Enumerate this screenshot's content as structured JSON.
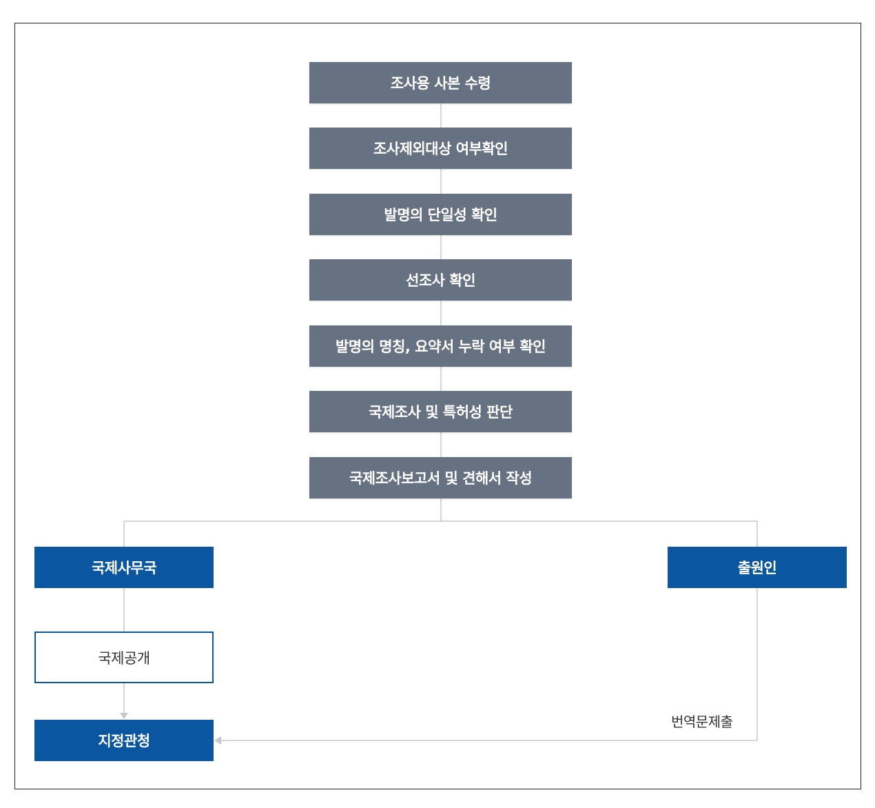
{
  "steps": [
    "조사용 사본 수령",
    "조사제외대상 여부확인",
    "발명의 단일성 확인",
    "선조사 확인",
    "발명의 명칭, 요약서 누락 여부 확인",
    "국제조사 및 특허성 판단",
    "국제조사보고서 및 견해서 작성"
  ],
  "branches": {
    "left": "국제사무국",
    "right": "출원인",
    "publication": "국제공개",
    "designated_office": "지정관청"
  },
  "edge_labels": {
    "translation_submission": "번역문제출"
  },
  "colors": {
    "step_fill": "#667281",
    "branch_fill": "#0a56a0",
    "connector": "#c8c8c8"
  }
}
